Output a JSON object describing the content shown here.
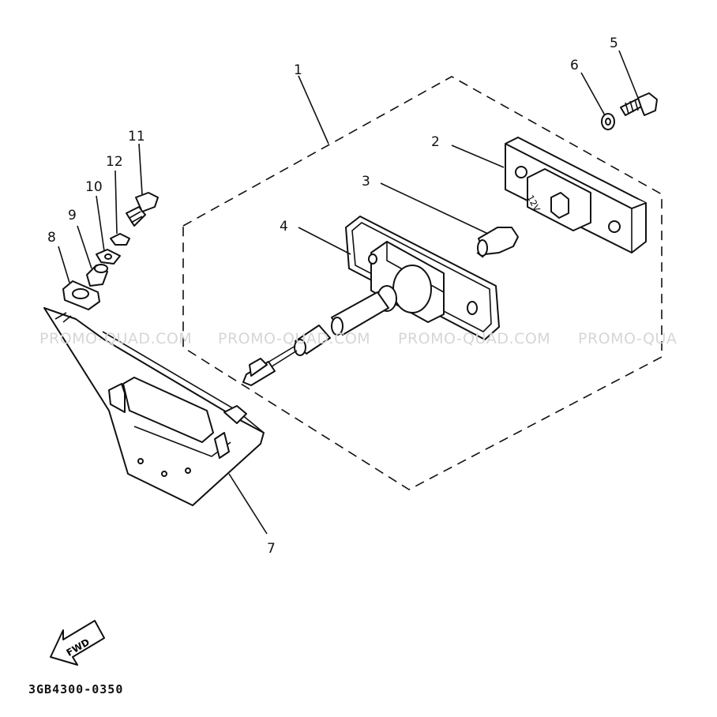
{
  "diagram": {
    "callouts": [
      {
        "id": "1",
        "label": "1"
      },
      {
        "id": "2",
        "label": "2"
      },
      {
        "id": "3",
        "label": "3"
      },
      {
        "id": "4",
        "label": "4"
      },
      {
        "id": "5",
        "label": "5"
      },
      {
        "id": "6",
        "label": "6"
      },
      {
        "id": "7",
        "label": "7"
      },
      {
        "id": "8",
        "label": "8"
      },
      {
        "id": "9",
        "label": "9"
      },
      {
        "id": "10",
        "label": "10"
      },
      {
        "id": "11",
        "label": "11"
      },
      {
        "id": "12",
        "label": "12"
      }
    ],
    "fwd_arrow_label": "FWD",
    "bulb_marking": "12V",
    "watermarks": [
      "PROMO-QUAD.COM",
      "PROMO-QUAD.COM",
      "PROMO-QUAD.COM",
      "PROMO-QUA"
    ],
    "drawing_code": "3GB4300-0350"
  }
}
